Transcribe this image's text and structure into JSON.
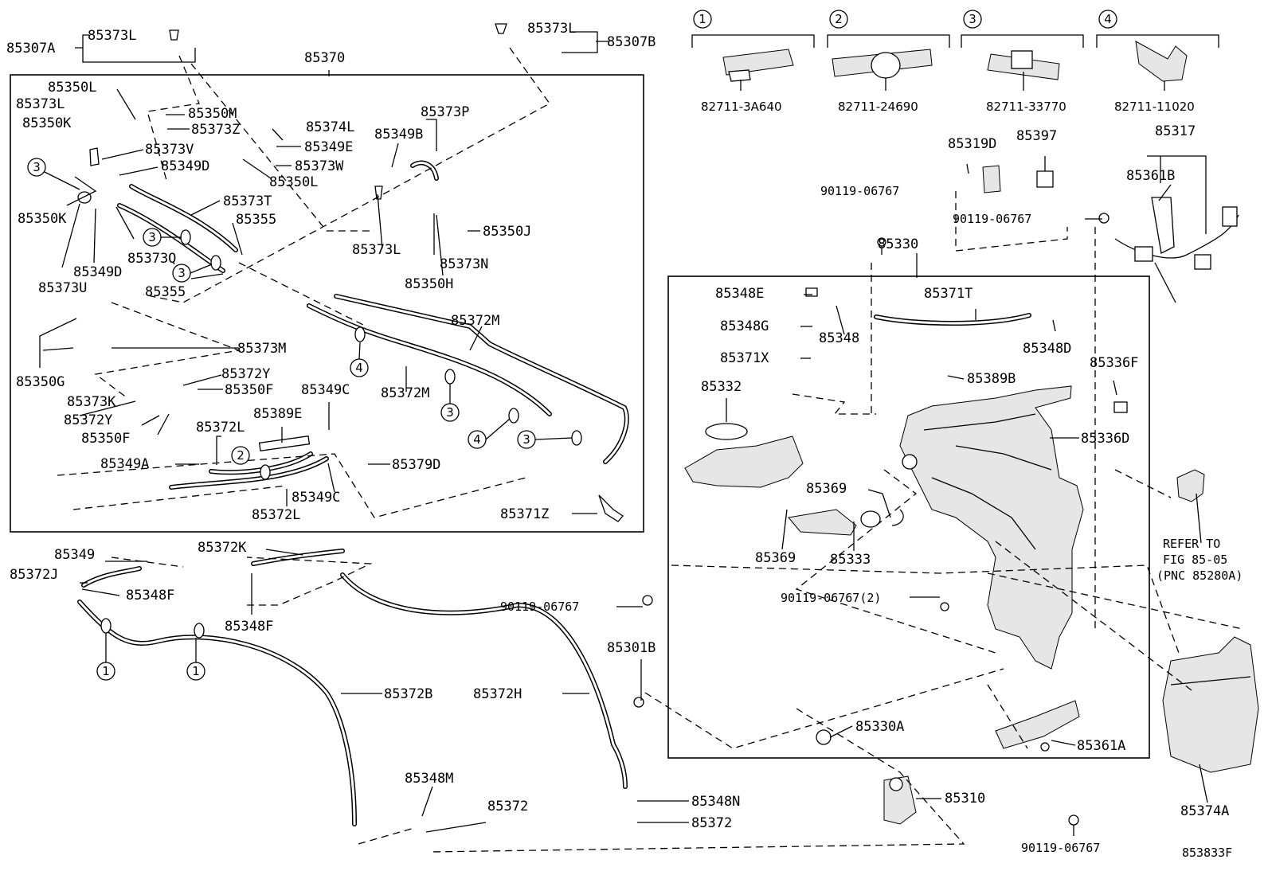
{
  "diagram": {
    "figure_code": "853833F",
    "reference_note": [
      "REFER TO",
      "FIG 85-05",
      "(PNC 85280A)"
    ],
    "callout_groups": [
      {
        "num": "1",
        "part": "82711-3A640"
      },
      {
        "num": "2",
        "part": "82711-24690"
      },
      {
        "num": "3",
        "part": "82711-33770"
      },
      {
        "num": "4",
        "part": "82711-11020"
      }
    ],
    "parts": [
      "85307A",
      "85373L",
      "85370",
      "85350L",
      "85373L",
      "85350K",
      "85350M",
      "85373Z",
      "85373V",
      "85349D",
      "85350K",
      "85373T",
      "85355",
      "85373Q",
      "85349D",
      "85373U",
      "85355",
      "85374L",
      "85349E",
      "85373W",
      "85350L",
      "85349B",
      "85373P",
      "85373L",
      "85350J",
      "85373N",
      "85350H",
      "85373L",
      "85307B",
      "85372M",
      "85373M",
      "85350G",
      "85372M",
      "85372Y",
      "85350F",
      "85349C",
      "85373K",
      "85372Y",
      "85350F",
      "85389E",
      "85372L",
      "85349A",
      "85379D",
      "85349C",
      "85372L",
      "85371Z",
      "85349",
      "85372K",
      "85372J",
      "85348F",
      "85348F",
      "85372B",
      "85372H",
      "85348M",
      "85372",
      "85348N",
      "85372",
      "90119-06767",
      "85301B",
      "90119-06767",
      "85319D",
      "85397",
      "85317",
      "85361B",
      "90119-06767",
      "85330",
      "85348E",
      "85371T",
      "85348G",
      "85348",
      "85348D",
      "85371X",
      "85389B",
      "85332",
      "85336F",
      "85336D",
      "85369",
      "85369",
      "85333",
      "90119-06767(2)",
      "85330A",
      "85361A",
      "85310",
      "90119-06767",
      "85374A"
    ]
  }
}
